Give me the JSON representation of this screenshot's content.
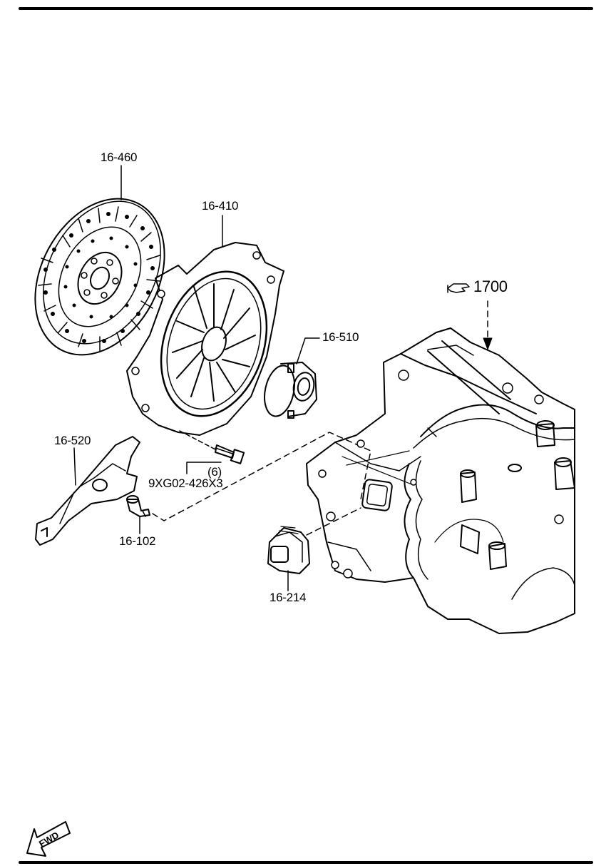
{
  "labels": {
    "clutch_disc": "16-460",
    "clutch_cover": "16-410",
    "release_bearing": "16-510",
    "release_fork": "16-520",
    "pivot_pin": "16-102",
    "boot": "16-214",
    "bolt_part": "9XG02-426X3",
    "bolt_qty": "(6)",
    "transmission_ref": "1700"
  },
  "fwd_label": "FWD",
  "colors": {
    "line": "#000000",
    "background": "#ffffff"
  },
  "icons": {
    "reference": "pointing-hand-icon",
    "direction": "fwd-arrow-icon"
  }
}
